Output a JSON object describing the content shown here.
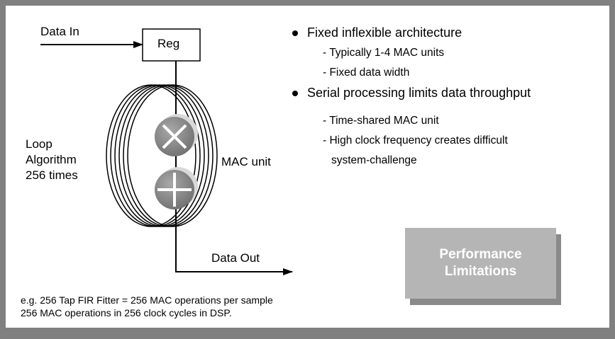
{
  "diagram": {
    "data_in": "Data In",
    "reg": "Reg",
    "loop_lines": [
      "Loop",
      "Algorithm",
      "256 times"
    ],
    "mac_unit": "MAC unit",
    "data_out": "Data Out"
  },
  "bullets": [
    {
      "text": "Fixed inflexible architecture",
      "subs": [
        "- Typically 1-4 MAC units",
        "- Fixed data width"
      ]
    },
    {
      "text": "Serial processing limits data throughput",
      "subs": [
        "- Time-shared MAC unit",
        "- High clock frequency creates difficult",
        "system-challenge"
      ]
    }
  ],
  "callout": {
    "line1": "Performance",
    "line2": "Limitations"
  },
  "footnote": {
    "line1": "e.g. 256 Tap FIR Fitter = 256 MAC operations per sample",
    "line2": "256 MAC operations in 256 clock cycles in DSP."
  },
  "colors": {
    "frame": "#808080",
    "callout_bg": "#b5b5b5",
    "callout_shadow": "#8a8a8a",
    "operator": "#8c8c8c"
  }
}
